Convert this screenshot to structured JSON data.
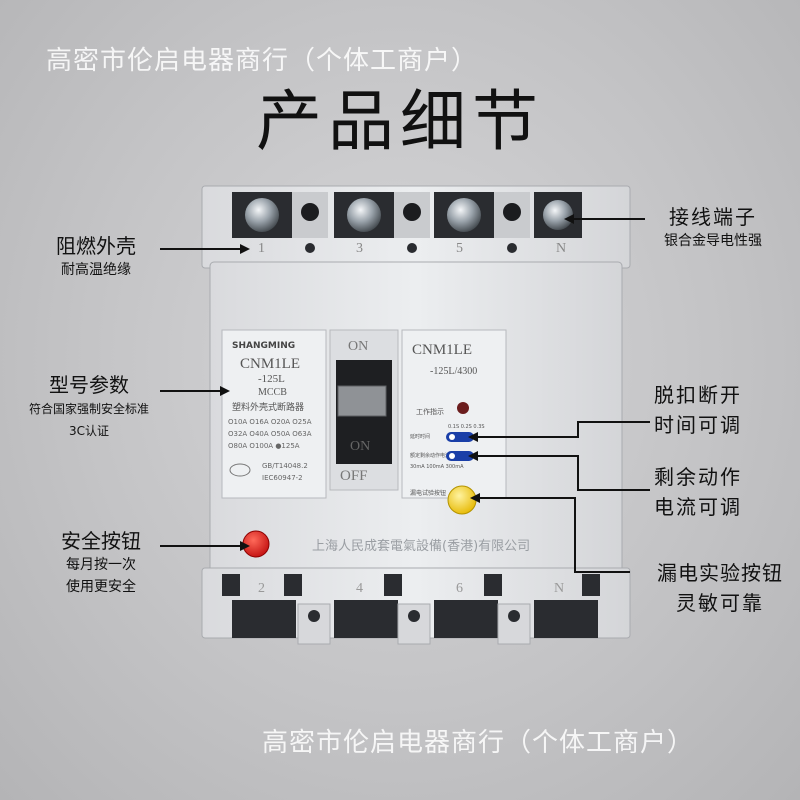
{
  "watermark": {
    "text": "高密市伦启电器商行（个体工商户）"
  },
  "title": "产品细节",
  "callouts": {
    "shell": {
      "main": "阻燃外壳",
      "sub": "耐高温绝缘"
    },
    "terminal": {
      "main": "接线端子",
      "sub": "银合金导电性强"
    },
    "model": {
      "main": "型号参数",
      "sub1": "符合国家强制安全标准",
      "sub2": "3C认证"
    },
    "trip": {
      "main1": "脱扣断开",
      "main2": "时间可调"
    },
    "residual": {
      "main1": "剩余动作",
      "main2": "电流可调"
    },
    "safety": {
      "main": "安全按钮",
      "sub1": "每月按一次",
      "sub2": "使用更安全"
    },
    "leak": {
      "main1": "漏电实验按钮",
      "main2": "灵敏可靠"
    }
  },
  "device": {
    "terminal_numbers_top": [
      "1",
      "3",
      "5",
      "N"
    ],
    "terminal_numbers_bottom": [
      "2",
      "4",
      "6",
      "N"
    ],
    "brand": "SHANGMING",
    "model_left": "CNM1LE",
    "model_left_sub": "-125L",
    "mccb": "MCCB",
    "type_text": "塑料外壳式断路器",
    "rating_line1": "O10A O16A O20A O25A",
    "rating_line2": "O32A O40A O50A O63A",
    "rating_line3": "O80A O100A ●125A",
    "standard1": "GB/T14048.2",
    "standard2": "IEC60947-2",
    "on_label": "ON",
    "off_label": "OFF",
    "on_lever": "ON",
    "model_right": "CNM1LE",
    "model_right_sub": "-125L/4300",
    "work_indicator": "工作指示",
    "dial_values": "0.1S 0.2S 0.3S",
    "dial1_label": "延时时间",
    "dial2_label": "额定剩余动作电流",
    "dial2_values": "30mA 100mA 300mA",
    "test_label": "漏电试验按钮",
    "maker": "上海人民成套電氣設備(香港)有限公司"
  },
  "colors": {
    "body": "#e6e7ea",
    "red_button": "#e21d1d",
    "yellow_button": "#f3d21a",
    "blue_dial": "#1a3fa8"
  }
}
